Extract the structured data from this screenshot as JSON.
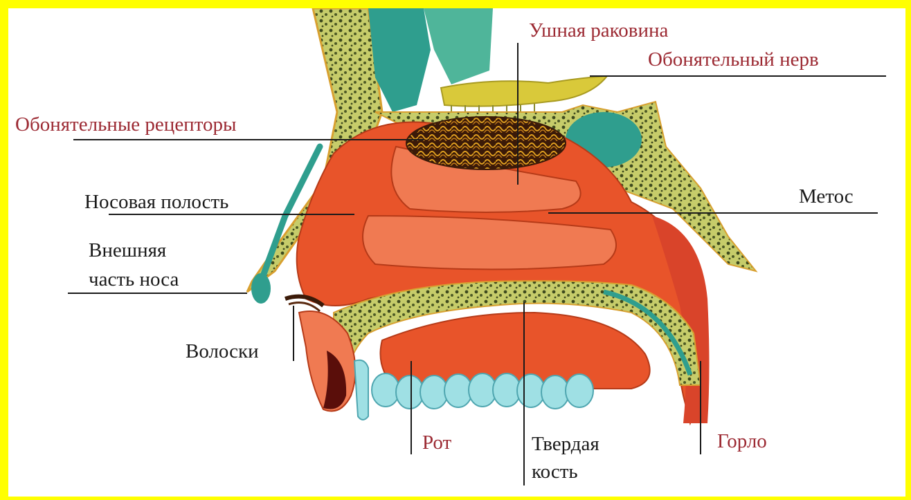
{
  "colors": {
    "frame": "#FFFF00",
    "background": "#FFFFFF",
    "label_red": "#9C2A33",
    "label_dark": "#1A1A1A",
    "tissue_orange": "#E8542A",
    "tissue_light": "#F07A52",
    "bone_green": "#C6CC6A",
    "bone_dark": "#3E4A1E",
    "sinus_teal": "#2F9E8E",
    "nerve_yellow": "#D9C93A",
    "teeth_cyan": "#9FE0E4"
  },
  "labels": {
    "ear_shell": "Ушная раковина",
    "olfactory_nerve": "Обонятельный нерв",
    "olfactory_receptors": "Обонятельные рецепторы",
    "nasal_cavity": "Носовая полость",
    "metos": "Метос",
    "external_nose_line1": "Внешняя",
    "external_nose_line2": "часть носа",
    "hairs": "Волоски",
    "mouth": "Рот",
    "hard_bone_line1": "Твердая",
    "hard_bone_line2": "кость",
    "throat": "Горло"
  }
}
